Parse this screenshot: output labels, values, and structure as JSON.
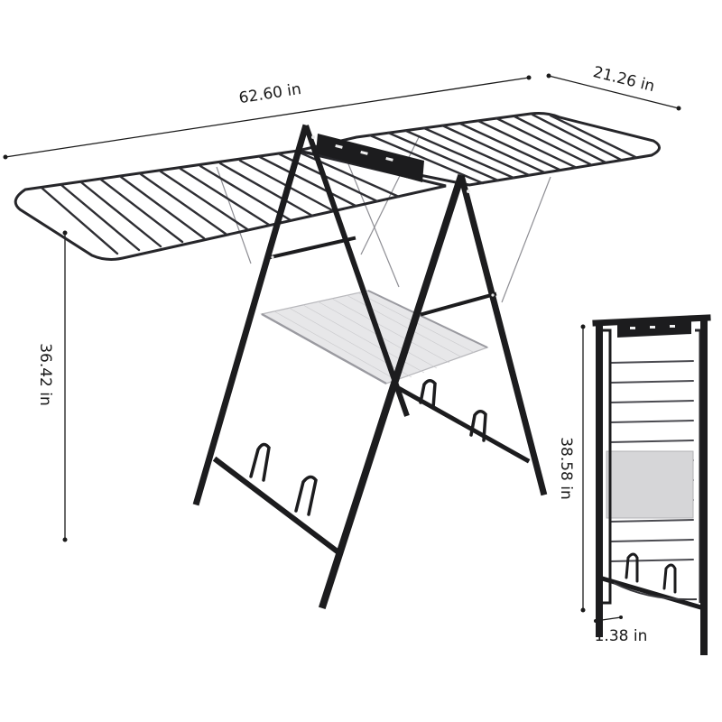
{
  "dimensions": {
    "length": "62.60 in",
    "depth": "21.26 in",
    "height": "36.42 in",
    "folded_height": "38.58 in",
    "folded_thickness": "1.38 in"
  },
  "colors": {
    "frame": "#1c1c1e",
    "mesh": "#d6d6d8",
    "background": "#ffffff"
  }
}
